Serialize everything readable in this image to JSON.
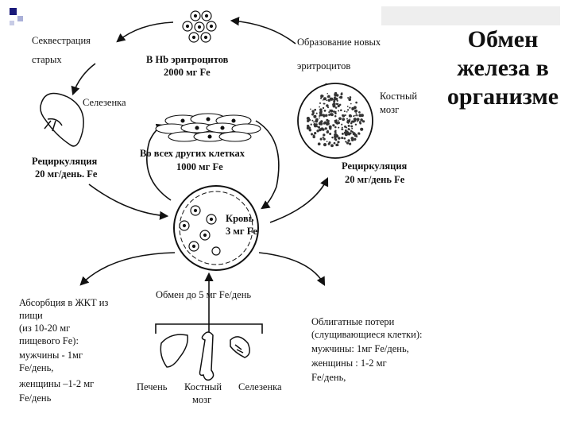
{
  "title": "Обмен\nжелеза в\nорганизме",
  "colors": {
    "accent_square_dark": "#1a1a7a",
    "accent_square_light": "#aab0d8",
    "ink": "#111111",
    "header_bar": "#e8e8e8"
  },
  "top": {
    "sequestration": [
      "Секвестрация",
      "старых"
    ],
    "hb_erythrocytes": [
      "В Hb эритроцитов",
      "2000 мг  Fe"
    ],
    "new_erythrocytes": [
      "Образование  новых",
      "эритроцитов"
    ]
  },
  "spleen_label": "Селезенка",
  "bone_marrow_label": [
    "Костный",
    "мозг"
  ],
  "other_cells": [
    "Во всех других клетках",
    "1000 мг  Fe"
  ],
  "recirculation_left": [
    "Рециркуляция",
    "20 мг/день. Fe"
  ],
  "recirculation_right": [
    "Рециркуляция",
    "20 мг/день Fe"
  ],
  "blood": [
    "Кровь",
    "3 мг Fe"
  ],
  "exchange": "Обмен до 5 мг Fe/день",
  "absorption": [
    "Абсорбция в ЖКТ из",
    "пищи",
    "(из 10-20 мг",
    "пищевого Fe):",
    "мужчины -  1мг",
    "Fe/день,",
    "женщины –1-2 мг",
    "Fe/день"
  ],
  "losses": [
    "Облигатные потери",
    "(слущивающиеся клетки):",
    "мужчины:  1мг Fe/день,",
    "женщины : 1-2 мг",
    "Fe/день,"
  ],
  "organs": {
    "liver": "Печень",
    "bone": "Костный",
    "bone2": "мозг",
    "spleen": "Селезенка"
  }
}
